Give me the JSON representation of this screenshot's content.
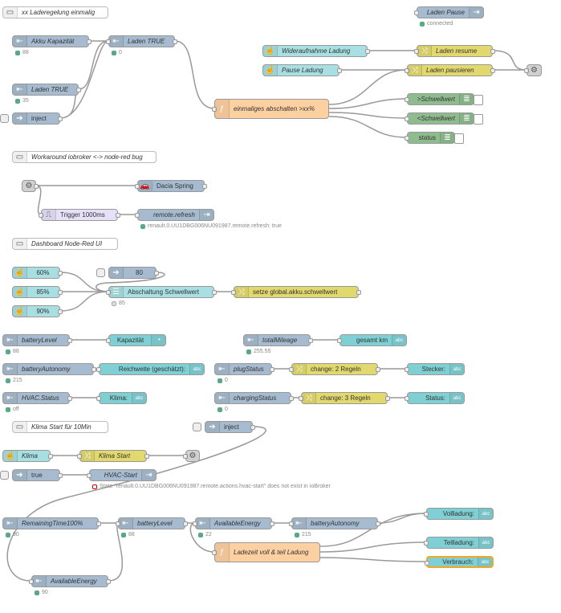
{
  "colors": {
    "iobroker": "#a6bbcf",
    "change": "#e2d96e",
    "function": "#fdd0a2",
    "ui": "#7fd0d4",
    "ui_button": "#a7dfe2",
    "comment": "#ffffff",
    "status_ok": "#55aa88",
    "status_error": "#cc0000",
    "trigger": "#e6e0f8",
    "wire": "#999999"
  },
  "nodes": {
    "c1": "xx Laderegelung einmalig",
    "laden_pause": "Laden Pause",
    "laden_pause_status": "connected",
    "akku": "Akku Kapazität",
    "akku_status": "88",
    "laden_true1": "Laden TRUE",
    "laden_true1_status": "0",
    "widerauf": "Wideraufnahme Ladung",
    "laden_resume": "Laden resume",
    "pause_ladung": "Pause Ladung",
    "laden_pausieren": "Laden pausieren",
    "laden_true2": "Laden TRUE",
    "laden_true2_status": "35",
    "einmal": "einmaliges abschalten >xx%",
    "inject1": "inject",
    "gt_schwell": ">Schwellwert",
    "lt_schwell": "<Schwellwert",
    "status": "status",
    "c2": "Workaround iobroker <-> node-red bug",
    "dacia": "Dacia Spring",
    "trigger": "Trigger 1000ms",
    "remote": "remote.refresh",
    "remote_status": "renault.0.UU1DBG006NU091987.remote.refresh: true",
    "c3": "Dashboard Node-Red UI",
    "b60": "60%",
    "b85": "85%",
    "b90": "90%",
    "v80": "80",
    "abschalt": "Abschaltung Schwellwert",
    "abschalt_status": "85",
    "setze": "setze global.akku.schwellwert",
    "battery1": "batteryLevel",
    "battery1_status": "88",
    "kapaz": "Kapazität",
    "totalm": "totalMileage",
    "totalm_status": "255.55",
    "gesamt": "gesamt km",
    "battauto1": "batteryAutonomy",
    "battauto1_status": "215",
    "reichweite": "Reichweite (geschätzt):",
    "plug": "plugStatus",
    "plug_status": "0",
    "change2": "change: 2 Regeln",
    "stecker": "Stecker:",
    "hvac_status": "HVAC.Status",
    "hvac_status_status": "off",
    "klima_t": "Klima:",
    "charging": "chargingStatus",
    "charging_status": "0",
    "change3": "change: 3 Regeln",
    "status_t": "Status:",
    "c4": "Klima Start für 10Min",
    "inject2": "inject",
    "klima": "Klima",
    "klima_start": "Klima Start",
    "true": "true",
    "hvac_start": "HVAC-Start",
    "hvac_err": "State \"renault.0.UU1DBG006NU091987.remote.actions.hvac-start\" does not exist in ioBroker",
    "remaining": "RemainingTime100%",
    "remaining_status": "90",
    "battery2": "batteryLevel",
    "battery2_status": "88",
    "avail1": "AvailableEnergy",
    "avail1_status": "22",
    "battauto2": "batteryAutonomy",
    "battauto2_status": "215",
    "voll": "Vollladung:",
    "teil": "Teilladung:",
    "verbrauch": "Verbrauch:",
    "ladezeit": "Ladezeit voll & teil Ladung",
    "avail2": "AvailableEnergy",
    "avail2_status": "90",
    "abc": "abc"
  }
}
